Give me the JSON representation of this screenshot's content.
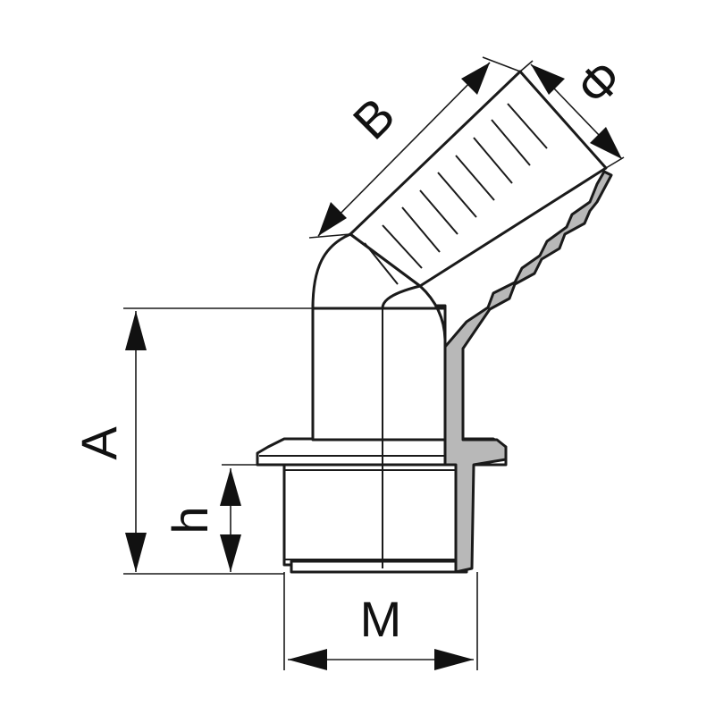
{
  "colors": {
    "line": "#1a1a1a",
    "section_fill": "#b8b8b8",
    "background": "#ffffff"
  },
  "dimension_labels": {
    "A": "A",
    "B": "B",
    "h": "h",
    "M": "M",
    "phi": "Φ"
  }
}
